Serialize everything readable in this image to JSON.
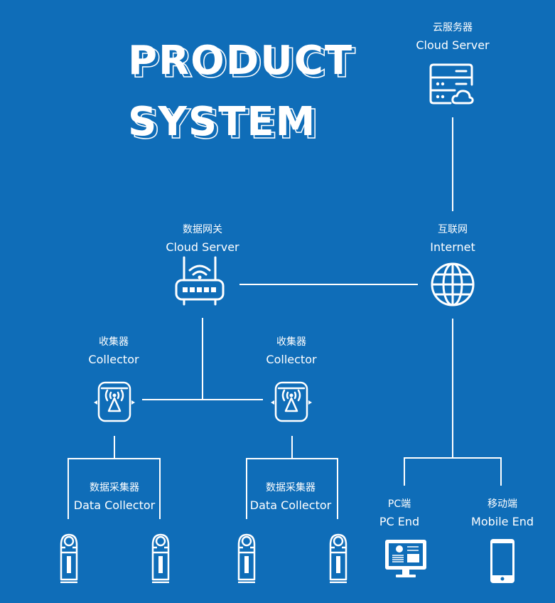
{
  "title": {
    "line1": "PRODUCT",
    "line2": "SYSTEM"
  },
  "colors": {
    "background": "#0F6DB8",
    "foreground": "#FFFFFF"
  },
  "nodes": {
    "cloud_server": {
      "cn": "云服务器",
      "en": "Cloud Server",
      "icon": "server-cloud-icon"
    },
    "gateway": {
      "cn": "数据网关",
      "en": "Cloud Server",
      "icon": "router-icon"
    },
    "internet": {
      "cn": "互联网",
      "en": "Internet",
      "icon": "globe-icon"
    },
    "collector_left": {
      "cn": "收集器",
      "en": "Collector",
      "icon": "antenna-icon"
    },
    "collector_right": {
      "cn": "收集器",
      "en": "Collector",
      "icon": "antenna-icon"
    },
    "data_collector_left": {
      "cn": "数据采集器",
      "en": "Data Collector",
      "icon": "sensor-icon"
    },
    "data_collector_right": {
      "cn": "数据采集器",
      "en": "Data Collector",
      "icon": "sensor-icon"
    },
    "pc_end": {
      "cn": "PC端",
      "en": "PC End",
      "icon": "monitor-icon"
    },
    "mobile_end": {
      "cn": "移动端",
      "en": "Mobile End",
      "icon": "smartphone-icon"
    }
  }
}
